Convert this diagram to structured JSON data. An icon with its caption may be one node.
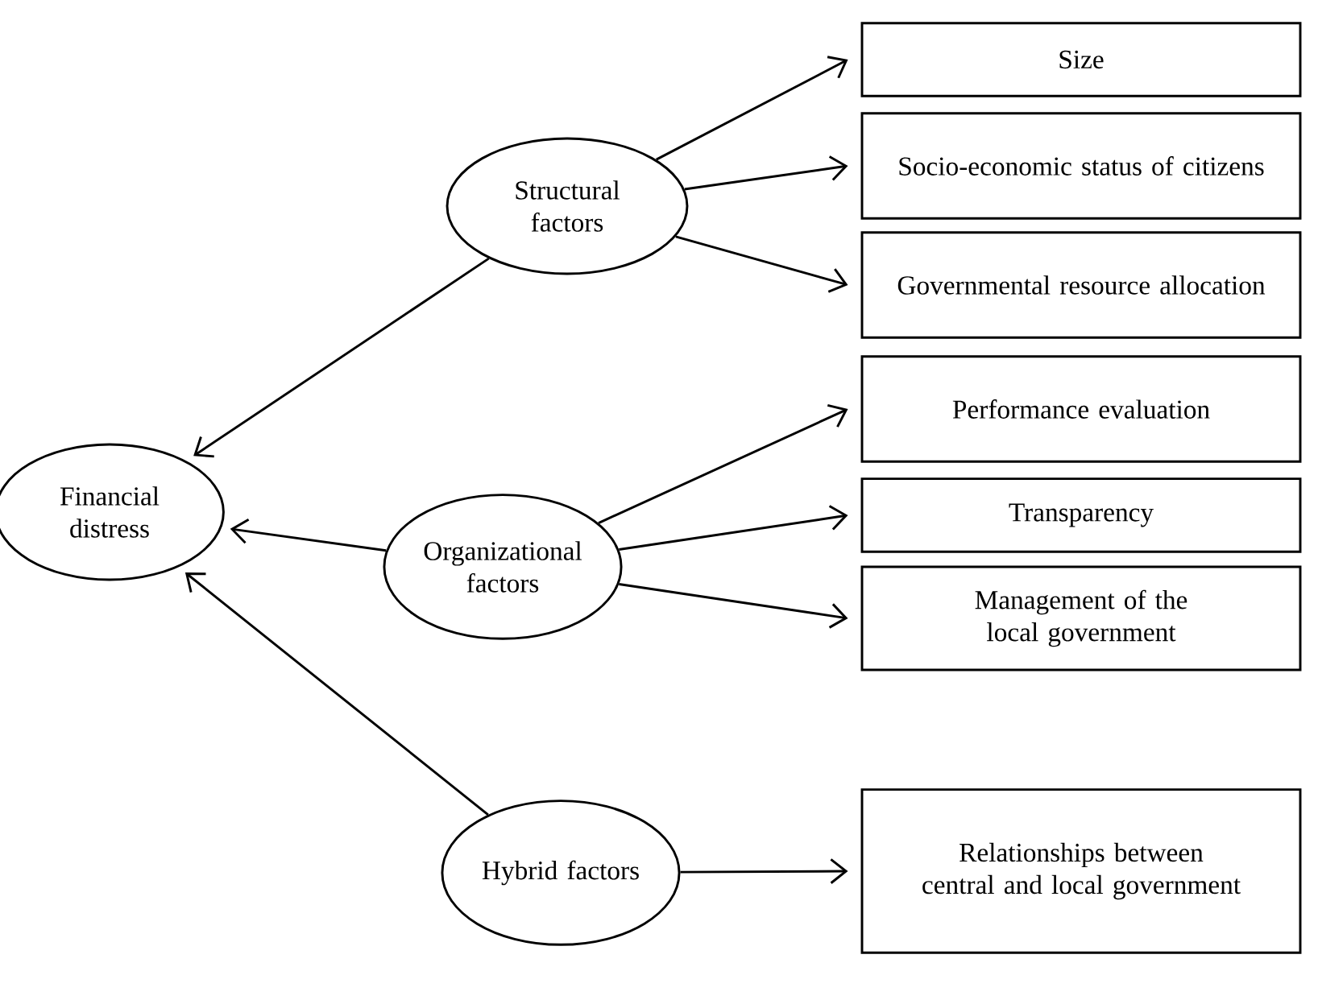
{
  "diagram": {
    "nodes": [
      {
        "text": [
          "Structural factors"
        ]
      },
      {
        "text": [
          "Size"
        ]
      },
      {
        "text": [
          "Socio-economic status of citizens"
        ]
      },
      {
        "text": [
          "Governmental resource allocation"
        ]
      },
      {
        "text": [
          "Financial distress"
        ]
      },
      {
        "text": [
          "Organizational factors"
        ]
      },
      {
        "text": [
          "Performance evaluation"
        ]
      },
      {
        "text": [
          "Transparency"
        ]
      },
      {
        "text": [
          "Management of the local government"
        ]
      },
      {
        "text": [
          "Hybrid factors"
        ]
      },
      {
        "text": [
          "Relationships between central and local government"
        ]
      }
    ],
    "edges": [
      {
        "from": 0,
        "to": 1,
        "arrow": "to"
      },
      {
        "from": 0,
        "to": 2,
        "arrow": "to"
      },
      {
        "from": 0,
        "to": 3,
        "arrow": "to"
      },
      {
        "from": 0,
        "to": 4,
        "arrow": "to"
      },
      {
        "from": 5,
        "to": 4,
        "arrow": "to"
      },
      {
        "from": 5,
        "to": 6,
        "arrow": "to"
      },
      {
        "from": 5,
        "to": 7,
        "arrow": "to"
      },
      {
        "from": 5,
        "to": 8,
        "arrow": "to"
      },
      {
        "from": 9,
        "to": 4,
        "arrow": "to"
      },
      {
        "from": 9,
        "to": 10,
        "arrow": "to"
      }
    ]
  }
}
